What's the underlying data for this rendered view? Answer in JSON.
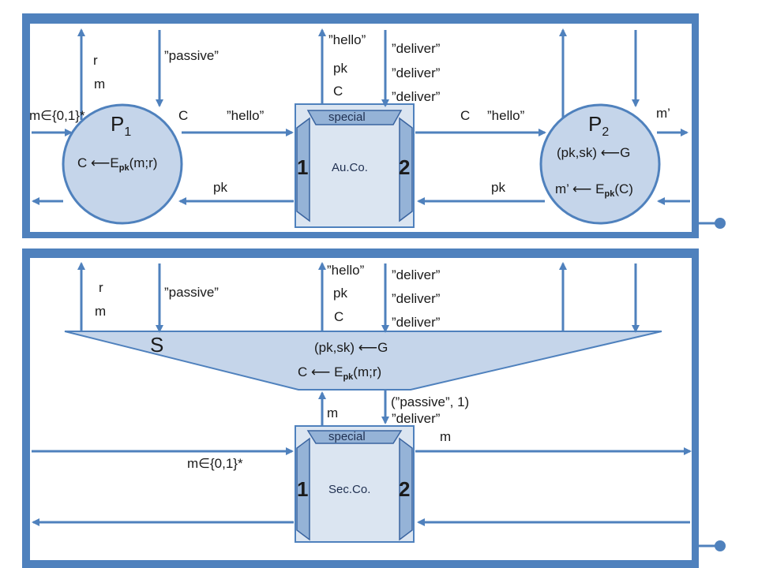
{
  "colors": {
    "frame": "#4f81bd",
    "frame_dark": "#3a64a0",
    "fill": "#c5d5ea",
    "fill_inner": "#dbe5f1",
    "arrow": "#4f81bd",
    "text": "#1a1a1a"
  },
  "top_panel": {
    "p1": {
      "name": "P",
      "sub": "1",
      "formula_prefix": "C ",
      "formula_e": "E",
      "formula_sub": "pk",
      "formula_suffix": "(m;r)"
    },
    "p2": {
      "name": "P",
      "sub": "2",
      "keygen": "(pk,sk) ",
      "keygen_suffix": "G",
      "decrypt_prefix": "m’ ",
      "decrypt_e": "E",
      "decrypt_sub": "pk",
      "decrypt_suffix": "(C)"
    },
    "channel": {
      "label": "Au.Co.",
      "special": "special",
      "port1": "1",
      "port2": "2"
    },
    "labels": {
      "r": "r",
      "m": "m",
      "m_in": "m",
      "m_in_suffix": "{0,1}*",
      "passive": "”passive”",
      "c_left": "C",
      "hello_left": "”hello”",
      "hello_top": "”hello”",
      "pk_top": "pk",
      "c_top": "C",
      "deliver1": "”deliver”",
      "deliver2": "”deliver”",
      "deliver3": "”deliver”",
      "c_right": "C",
      "hello_right": "”hello”",
      "m_prime": "m’",
      "pk_left": "pk",
      "pk_right": "pk"
    }
  },
  "bottom_panel": {
    "sim": {
      "name": "S",
      "keygen": "(pk,sk) ",
      "keygen_suffix": "G",
      "enc_prefix": "C ",
      "enc_e": "E",
      "enc_sub": "pk",
      "enc_suffix": "(m;r)"
    },
    "channel": {
      "label": "Sec.Co.",
      "special": "special",
      "port1": "1",
      "port2": "2"
    },
    "labels": {
      "r": "r",
      "m": "m",
      "passive": "”passive”",
      "hello_top": "”hello”",
      "pk_top": "pk",
      "c_top": "C",
      "deliver1": "”deliver”",
      "deliver2": "”deliver”",
      "deliver3": "”deliver”",
      "m_down": "m",
      "passive_pair": "(”passive”, 1)",
      "deliver_low": "”deliver”",
      "m_right": "m",
      "m_in": "m",
      "m_in_suffix": "{0,1}*"
    }
  }
}
